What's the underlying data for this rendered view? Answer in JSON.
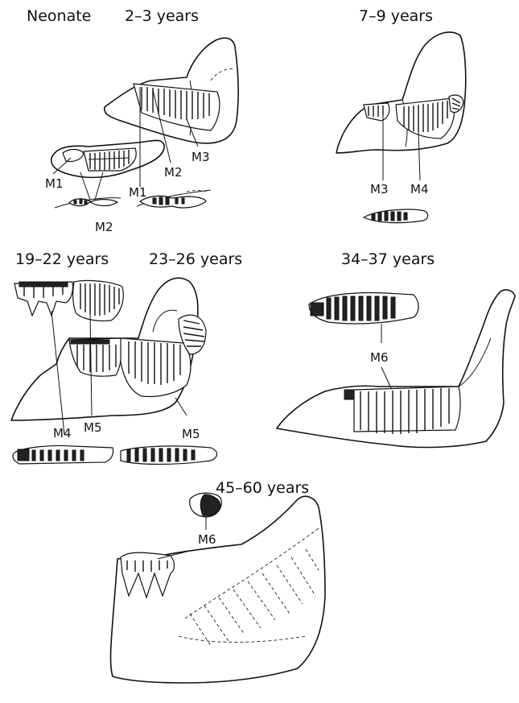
{
  "age_labels": {
    "neonate": "Neonate",
    "y2_3": "2–3 years",
    "y7_9": "7–9 years",
    "y19_22": "19–22 years",
    "y23_26": "23–26 years",
    "y34_37": "34–37 years",
    "y45_60": "45–60 years"
  },
  "tooth_labels": {
    "m1_a": "M1",
    "m1_b": "M1",
    "m2_a": "M2",
    "m2_b": "M2",
    "m3_a": "M3",
    "m3_b": "M3",
    "m4_a": "M4",
    "m4_b": "M4",
    "m5_a": "M5",
    "m5_b": "M5",
    "m6_a": "M6",
    "m6_b": "M6"
  }
}
